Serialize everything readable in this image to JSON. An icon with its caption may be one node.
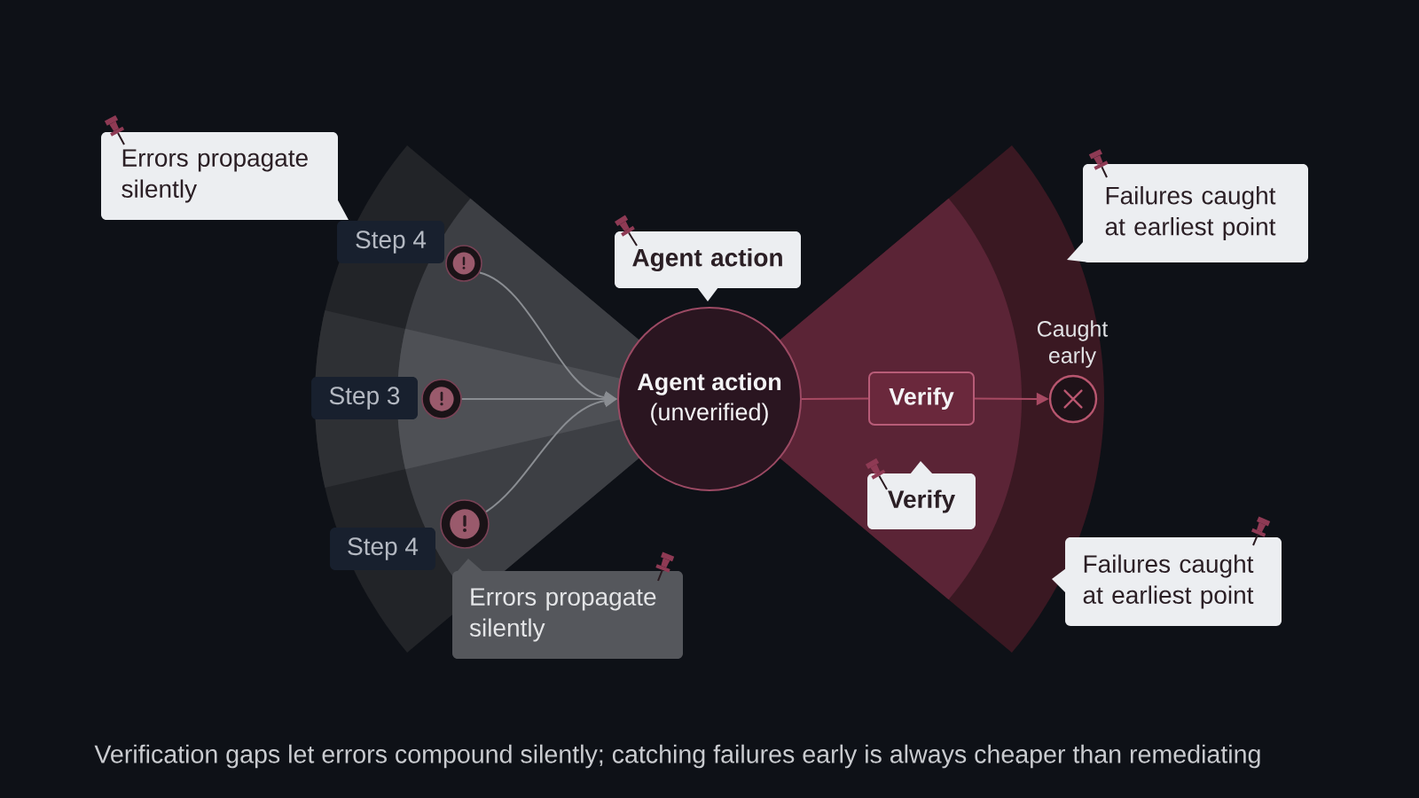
{
  "diagram": {
    "caption": "Verification gaps let errors compound silently; catching failures early is always cheaper than remediating",
    "nodes": [
      {
        "text": [
          "Errors propagate silently"
        ]
      },
      {
        "text": [
          "Step 4"
        ]
      },
      {
        "text": [],
        "shape": "circle"
      },
      {
        "text": [
          "Step 3"
        ]
      },
      {
        "text": [],
        "shape": "circle"
      },
      {
        "text": [
          "Step 4"
        ]
      },
      {
        "text": [],
        "shape": "circle"
      },
      {
        "text": [
          "Errors propagate silently"
        ]
      },
      {
        "text": [
          "Agent action"
        ]
      },
      {
        "text": [
          "Agent action",
          "(unverified)"
        ]
      },
      {
        "text": [
          "Verify"
        ]
      },
      {
        "text": [
          "Verify"
        ]
      },
      {
        "text": [],
        "shape": "circle",
        "beside": [
          "Caught early"
        ]
      },
      {
        "text": [
          "Failures caught at earliest point"
        ]
      },
      {
        "text": [
          "Failures caught at earliest point"
        ]
      }
    ],
    "edges": [
      {
        "from": 2,
        "to": 9,
        "arrow": "to"
      },
      {
        "from": 4,
        "to": 9,
        "arrow": "to"
      },
      {
        "from": 6,
        "to": 9,
        "arrow": "to"
      },
      {
        "from": 9,
        "to": 10,
        "arrow": "none",
        "color": "#a84a63"
      },
      {
        "from": 10,
        "to": 12,
        "arrow": "to",
        "color": "#a84a63"
      }
    ]
  }
}
